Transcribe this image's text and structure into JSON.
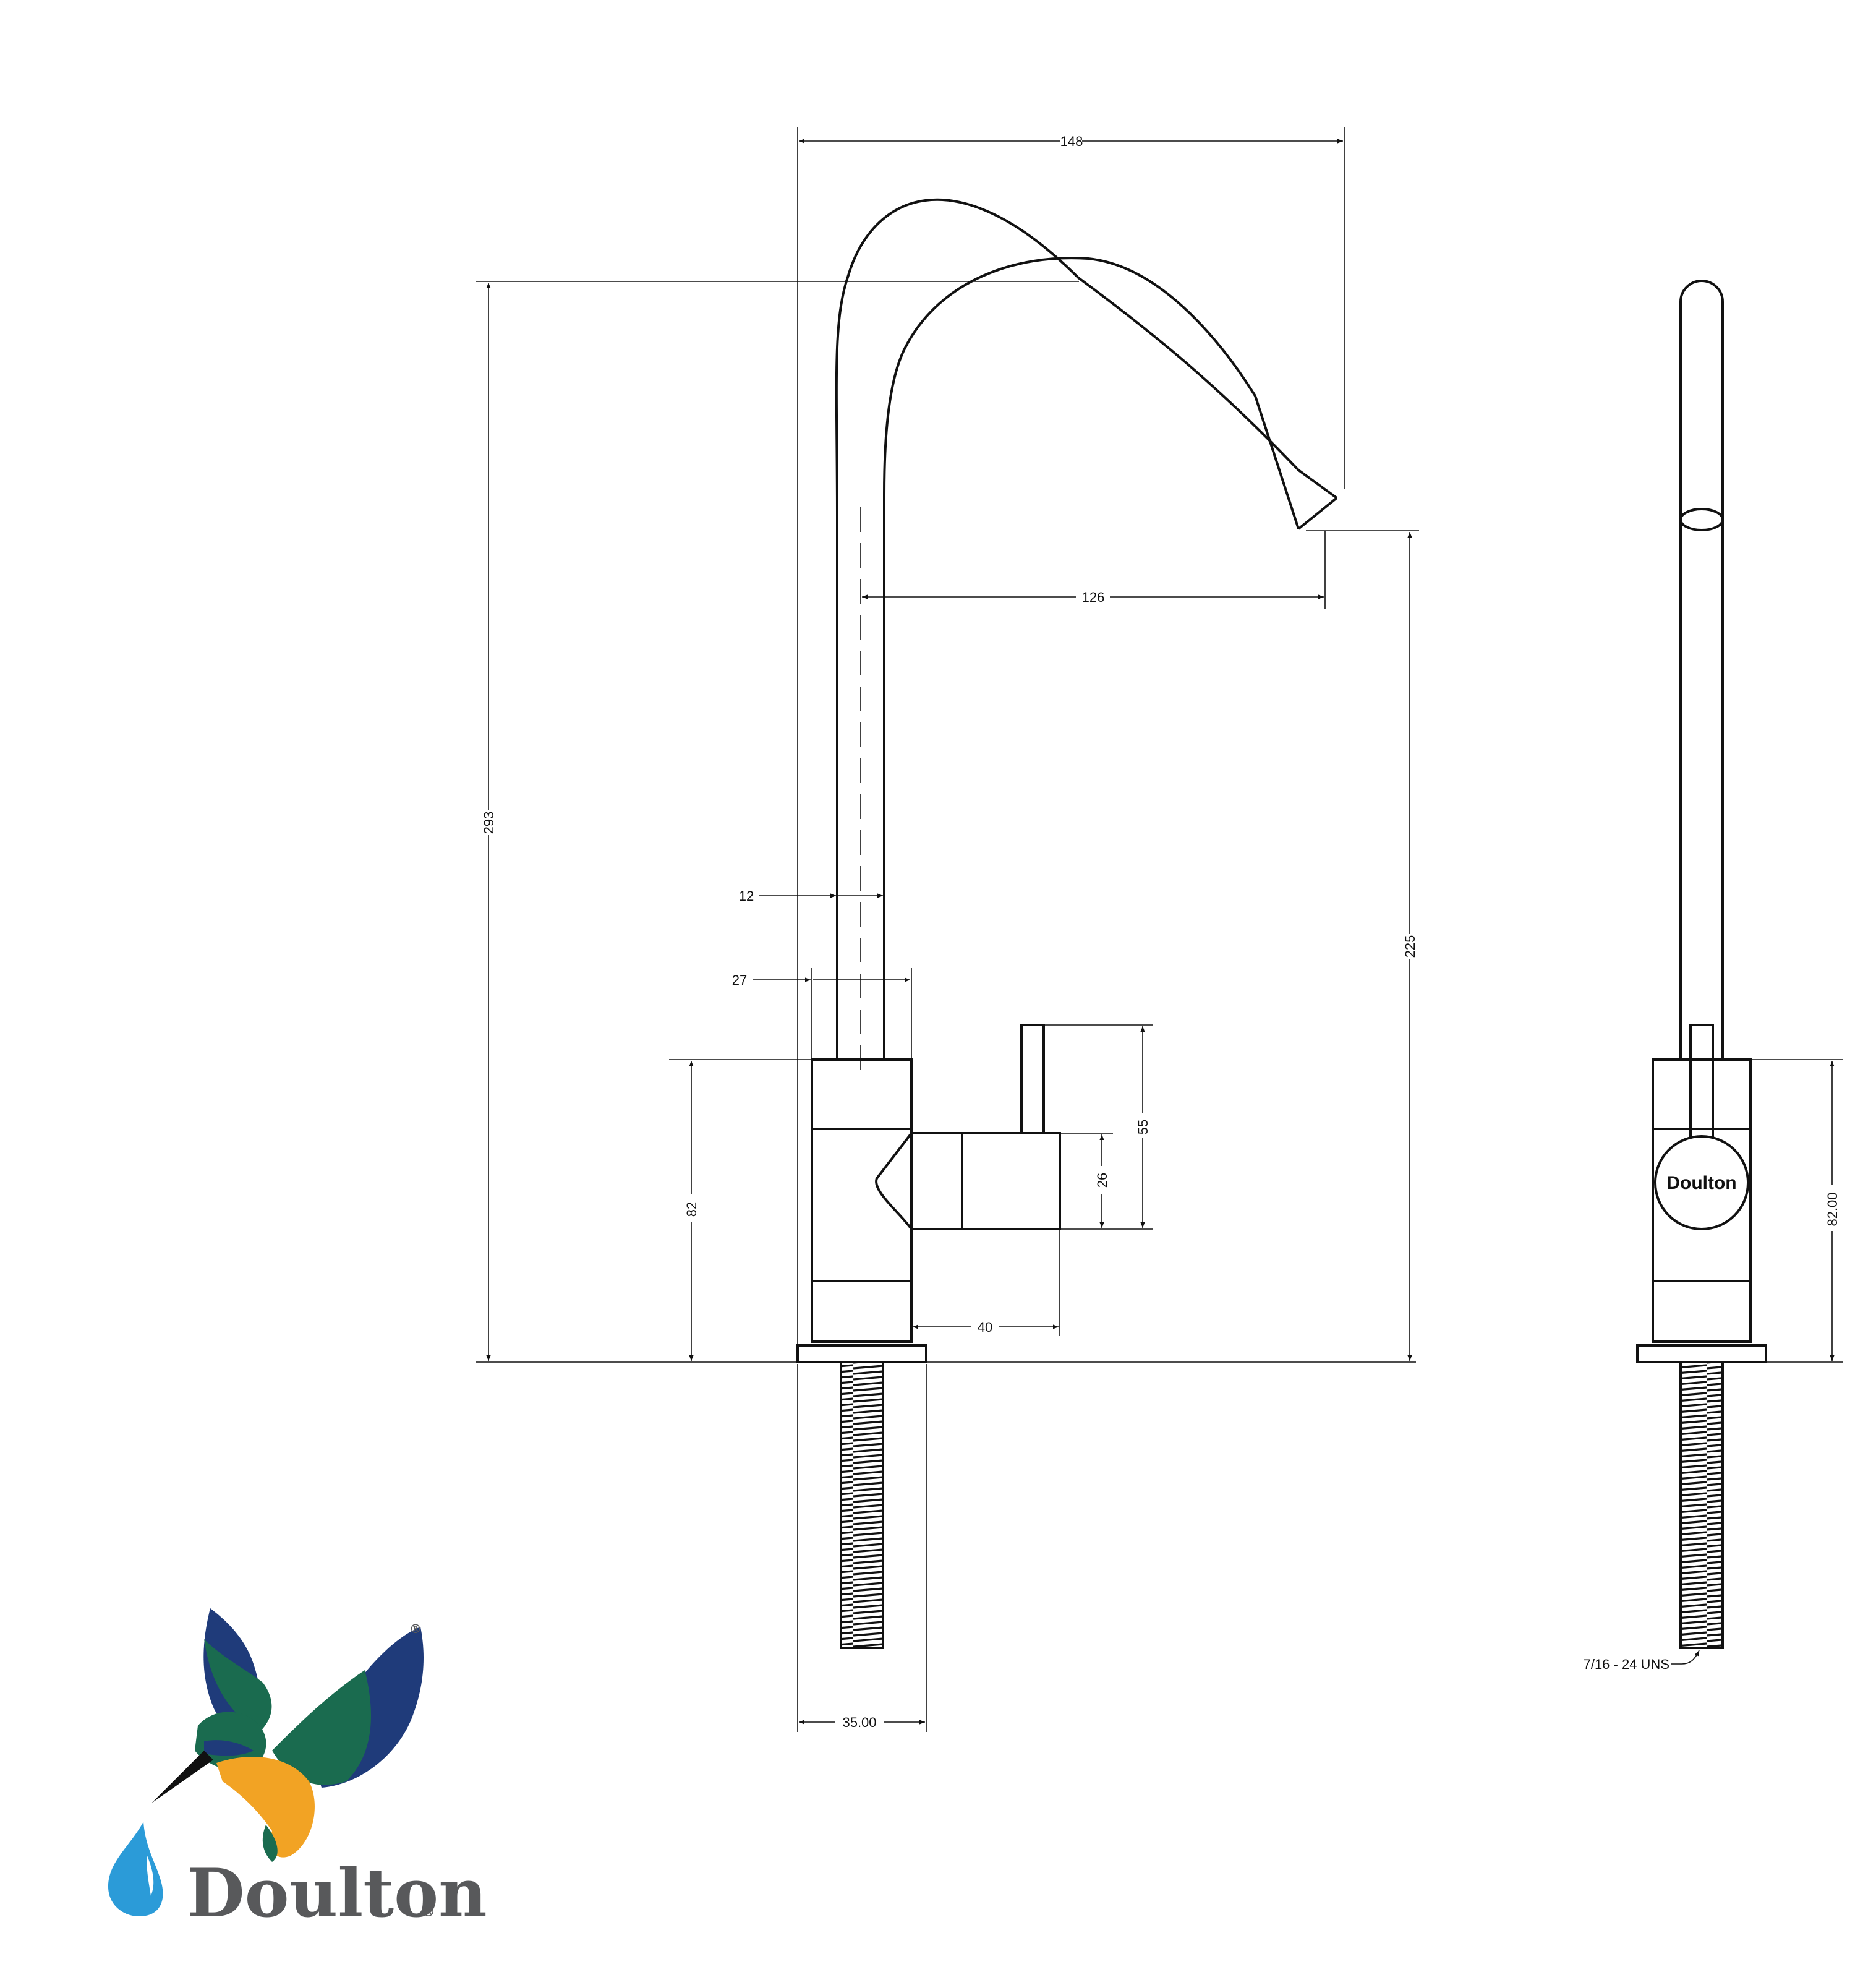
{
  "dimensions": {
    "overall_reach": "148",
    "overall_height": "293",
    "spout_reach": "126",
    "spout_outlet_height": "225",
    "spout_diameter": "12",
    "body_diameter": "27",
    "body_height": "82",
    "lever_height": "55",
    "lever_diameter": "26",
    "lever_length": "40",
    "base_diameter": "35.00",
    "side_body_height": "82.00",
    "thread_spec": "7/16 - 24 UNS"
  },
  "side_view_badge": "Doulton",
  "logo": {
    "wordmark": "Doulton",
    "registered_mark": "®",
    "colors": {
      "blue": "#1f3b7a",
      "green": "#1a6b4f",
      "orange": "#f2a324",
      "droplet": "#2b9bd8",
      "wordmark": "#58595b"
    }
  }
}
